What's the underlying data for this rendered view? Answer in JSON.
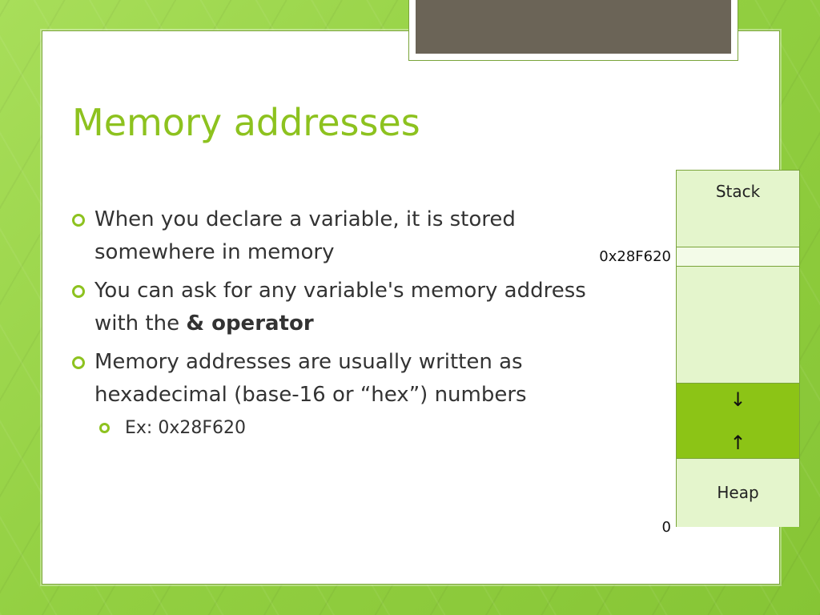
{
  "slide": {
    "title": "Memory addresses",
    "bullets": [
      {
        "text": "When you declare a variable, it is stored somewhere in memory"
      },
      {
        "text_before": "You can ask for any variable's memory address with the ",
        "bold": "& operator"
      },
      {
        "text": "Memory addresses are usually written as hexadecimal (base-16 or “hex”) numbers"
      }
    ],
    "sub_bullets": [
      {
        "text": "Ex: 0x28F620"
      }
    ]
  },
  "diagram": {
    "stack_label": "Stack",
    "heap_label": "Heap",
    "address_top": "0x28F620",
    "address_bottom": "0",
    "arrow_down": "↓",
    "arrow_up": "↑"
  },
  "colors": {
    "accent": "#8dc21f",
    "background": "#93d042",
    "header_bar": "#6b6457",
    "growth_block": "#8cc416",
    "cell_fill": "#e4f5cc",
    "text": "#333333"
  },
  "icons": {
    "bullet": "ring-bullet-icon"
  }
}
